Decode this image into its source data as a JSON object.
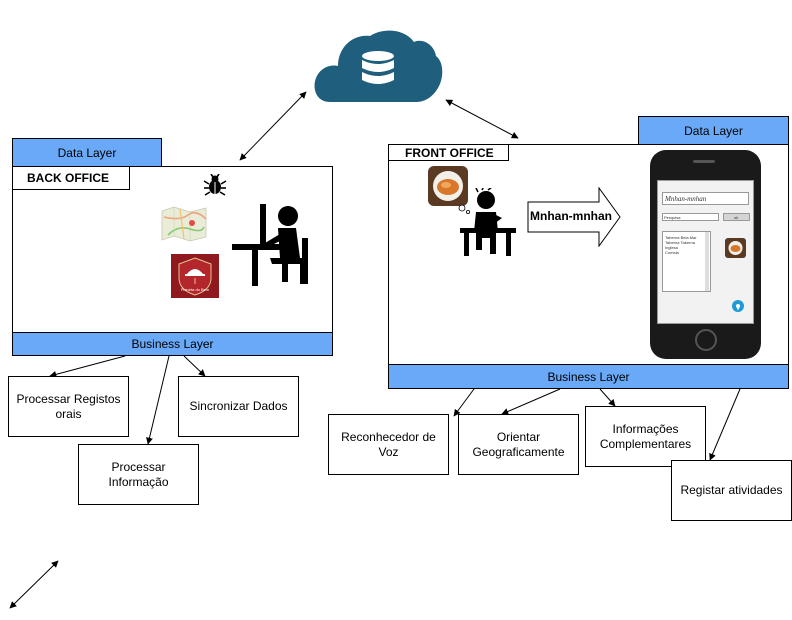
{
  "back_office": {
    "data_layer": "Data Layer",
    "title": "BACK OFFICE",
    "business_layer": "Business Layer",
    "badge_text": "Planeta do Bem",
    "modules": {
      "processar_registos": "Processar Registos orais",
      "sincronizar": "Sincronizar  Dados",
      "processar_info": "Processar Informação"
    }
  },
  "front_office": {
    "data_layer": "Data Layer",
    "title": "FRONT OFFICE",
    "business_layer": "Business Layer",
    "arrow_label": "Mnhan-mnhan",
    "phone": {
      "app_title": "Mnhan-mnhan",
      "search_text": "Pesquisa",
      "button_text": "ok",
      "list": [
        "Taberna Bela Mar",
        "Taberna Taberna Inglesa",
        "Comida"
      ]
    },
    "modules": {
      "reconhecedor": "Reconhecedor de Voz",
      "orientar": "Orientar Geograficamente",
      "informacoes": "Informações Complementares",
      "registar": "Registar atividades"
    }
  },
  "colors": {
    "layer_blue": "#6aa9f7",
    "cloud": "#1f5e7c"
  }
}
